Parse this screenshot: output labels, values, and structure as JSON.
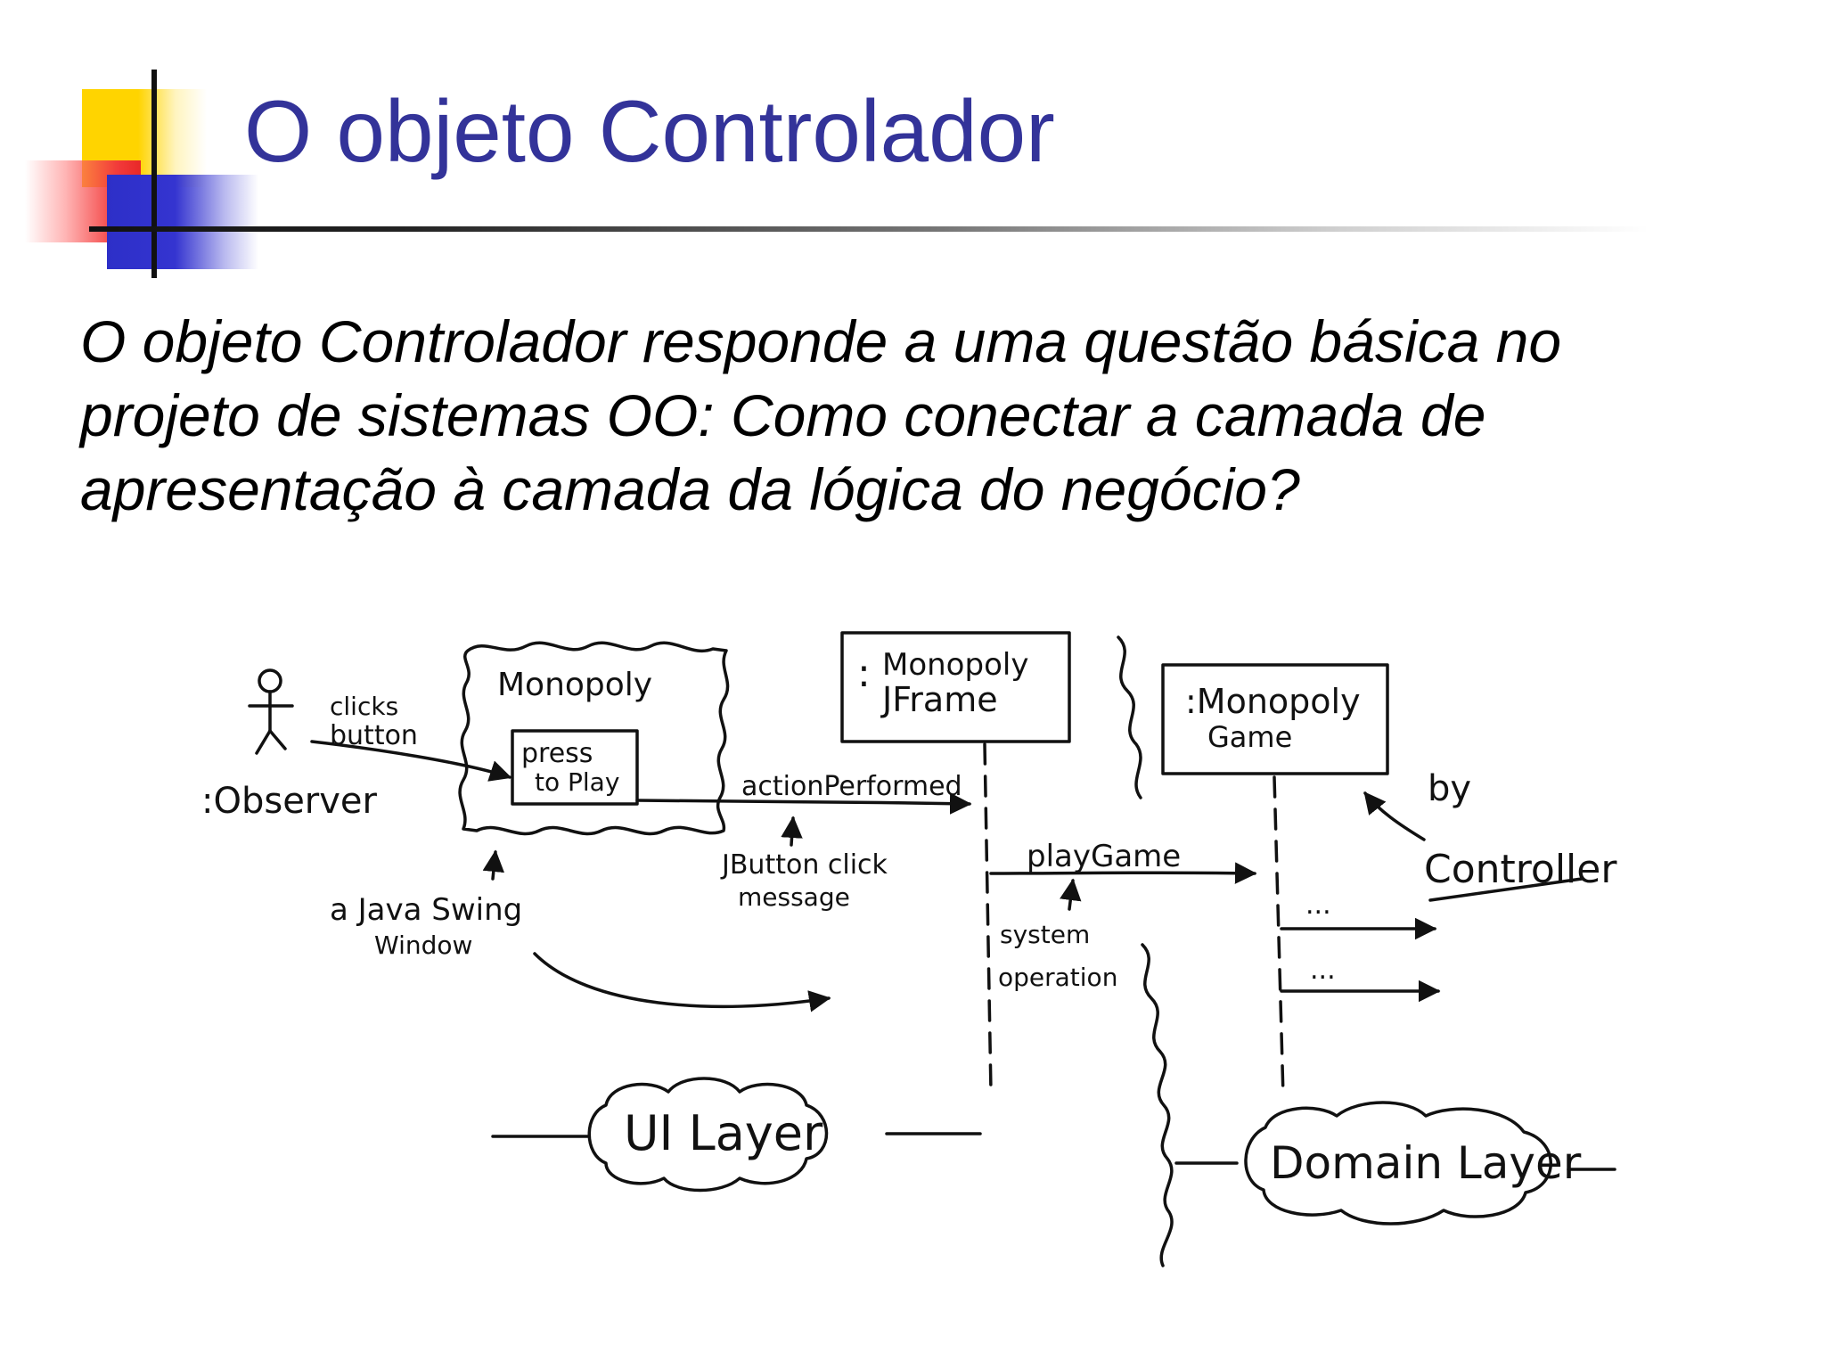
{
  "slide": {
    "title": "O objeto Controlador",
    "question": "O objeto Controlador responde a uma questão básica no projeto de sistemas OO: Como conectar a camada de apresentação à camada da lógica do negócio?"
  },
  "diagram": {
    "observer_label": ":Observer",
    "clicks_button_line1": "clicks",
    "clicks_button_line2": "button",
    "window_title": "Monopoly",
    "press_line1": "press",
    "press_line2": "to Play",
    "java_swing_line1": "a Java Swing",
    "java_swing_line2": "Window",
    "jframe_line1": "Monopoly",
    "jframe_line2": "JFrame",
    "jframe_prefix": ":",
    "game_line1": ":Monopoly",
    "game_line2": "Game",
    "action_performed": "actionPerformed",
    "jbutton_line1": "JButton click",
    "jbutton_line2": "message",
    "play_game": "playGame",
    "system_line1": "system",
    "system_line2": "operation",
    "by_line1": "by",
    "by_line2": "Controller",
    "dots1": "...",
    "dots2": "...",
    "ui_layer": "UI Layer",
    "domain_layer": "Domain Layer"
  }
}
